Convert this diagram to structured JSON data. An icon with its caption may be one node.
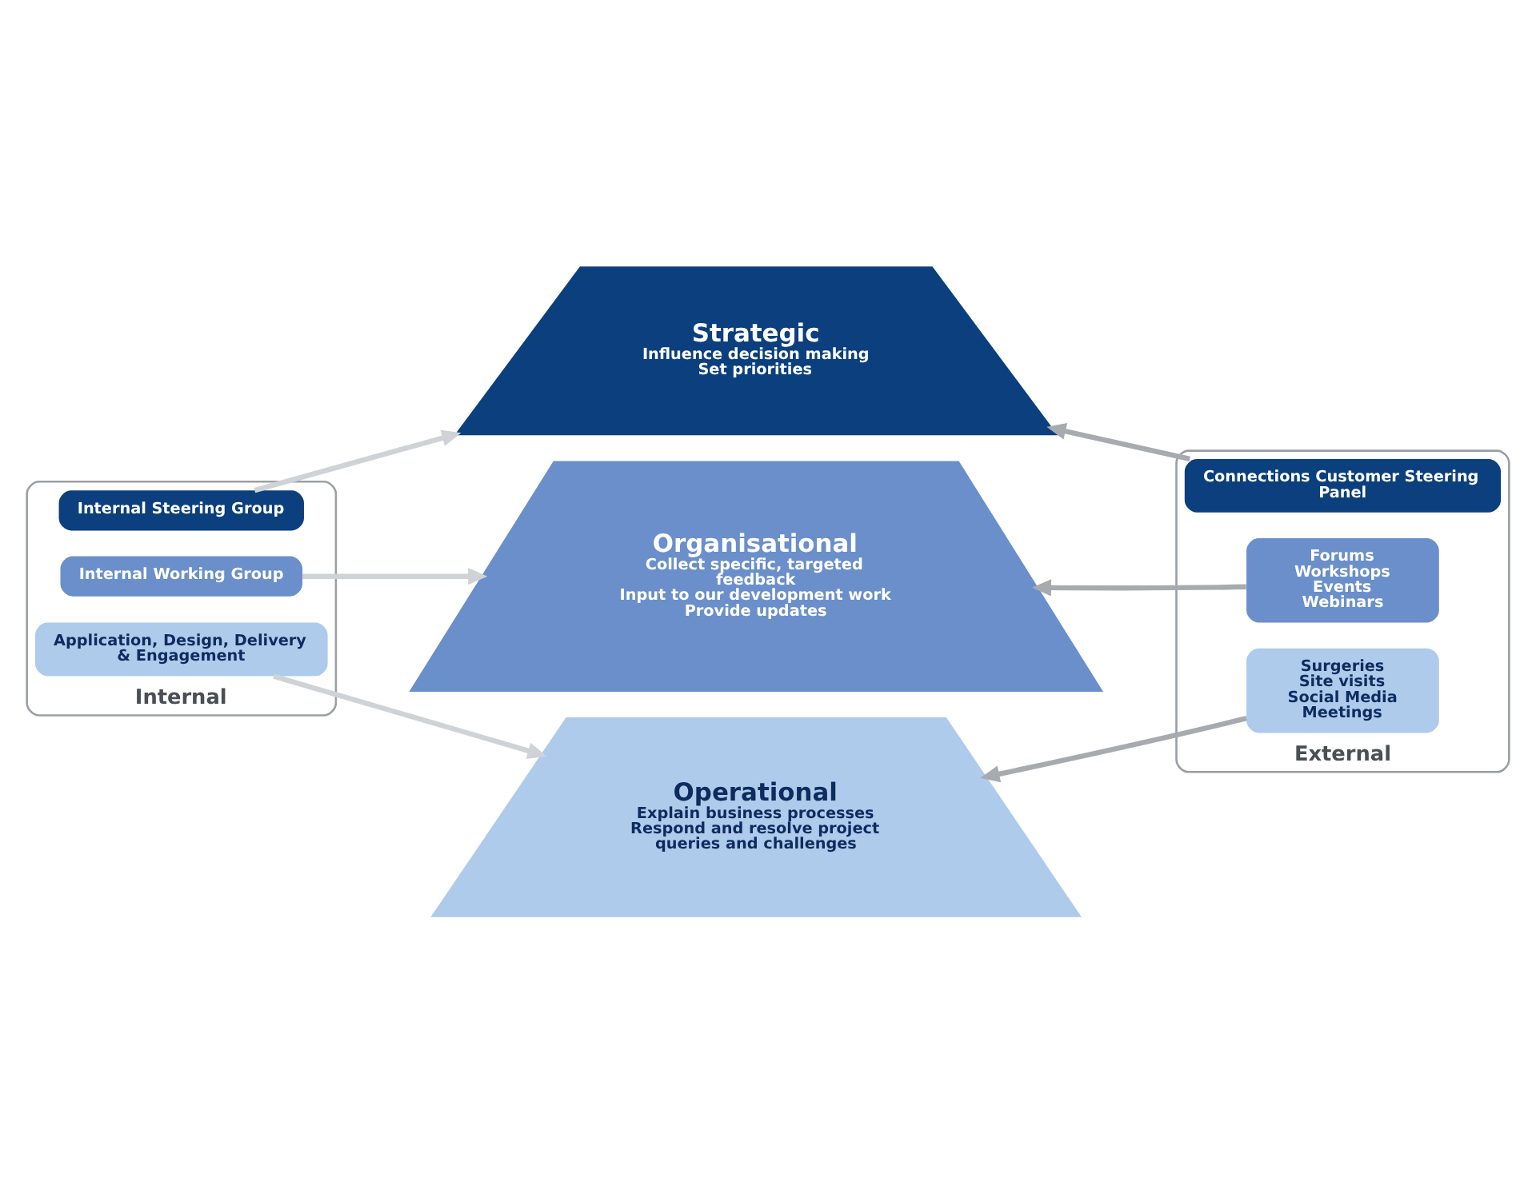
{
  "diagram": {
    "nodes": [
      {
        "text": [
          "Internal"
        ]
      },
      {
        "text": [
          "Internal Steering Group"
        ],
        "in": 0
      },
      {
        "text": [
          "Internal Working Group"
        ],
        "in": 0
      },
      {
        "text": [
          "Application, Design, Delivery & Engagement"
        ],
        "in": 0
      },
      {
        "text": [
          "Strategic",
          "Influence decision making",
          "Set priorities"
        ]
      },
      {
        "text": [
          "Organisational",
          "Collect specific, targeted feedback",
          "Input to our development work",
          "Provide updates"
        ]
      },
      {
        "text": [
          "Operational",
          "Explain business processes",
          "Respond and resolve project queries and challenges"
        ]
      },
      {
        "text": [
          "External"
        ]
      },
      {
        "text": [
          "Connections Customer Steering Panel"
        ],
        "in": 7
      },
      {
        "text": [
          "Forums",
          "Workshops",
          "Events",
          "Webinars"
        ],
        "in": 7
      },
      {
        "text": [
          "Surgeries",
          "Site visits",
          "Social Media",
          "Meetings"
        ],
        "in": 7
      }
    ],
    "edges": [
      {
        "from": 1,
        "to": 4,
        "arrow": "to"
      },
      {
        "from": 2,
        "to": 5,
        "arrow": "to"
      },
      {
        "from": 3,
        "to": 6,
        "arrow": "to"
      },
      {
        "from": 8,
        "to": 4,
        "arrow": "to",
        "color": "#a7abb0"
      },
      {
        "from": 9,
        "to": 5,
        "arrow": "to",
        "color": "#a7abb0"
      },
      {
        "from": 10,
        "to": 6,
        "arrow": "to",
        "color": "#a7abb0"
      }
    ]
  }
}
